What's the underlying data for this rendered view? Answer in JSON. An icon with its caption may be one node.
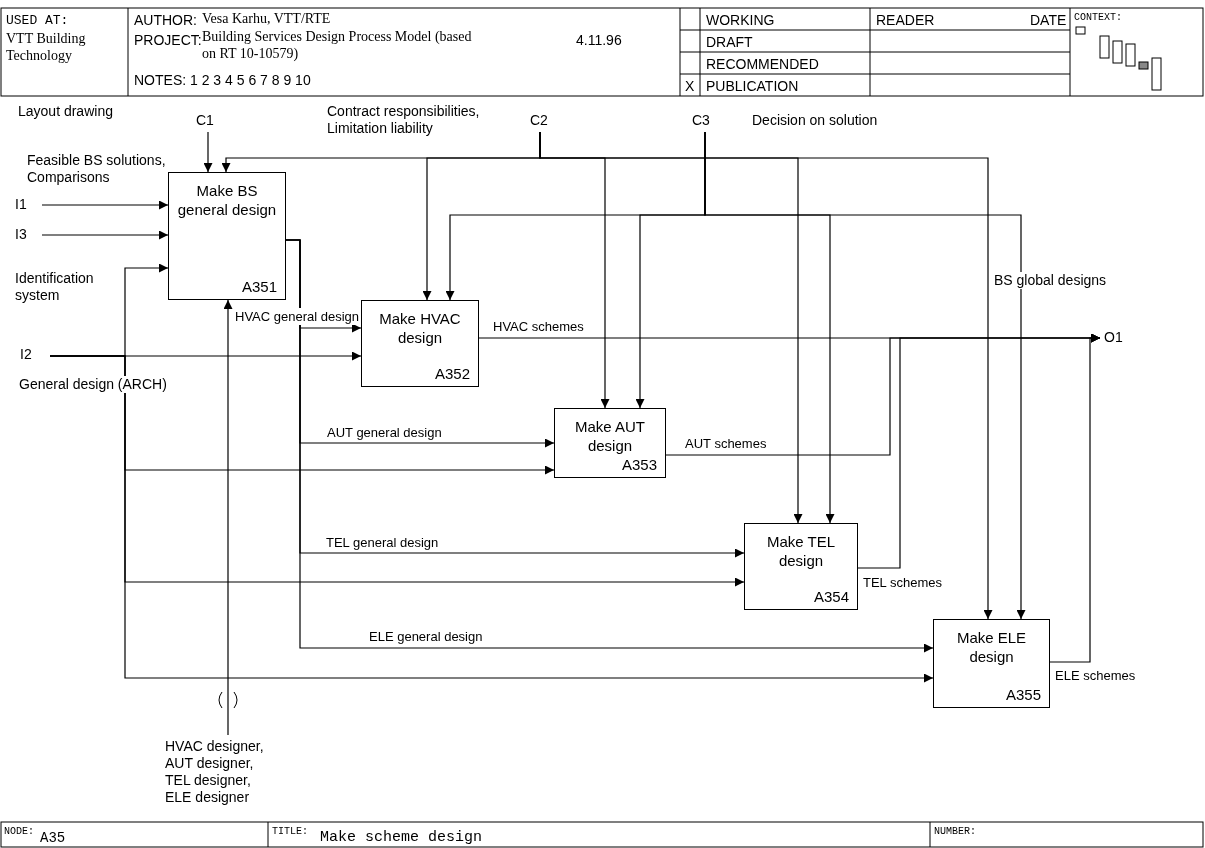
{
  "diagram": {
    "nodes": [
      {
        "text": [
          "Make BS general design",
          "A351"
        ]
      },
      {
        "text": [
          "Make HVAC design",
          "A352"
        ]
      },
      {
        "text": [
          "Make AUT design",
          "A353"
        ]
      },
      {
        "text": [
          "Make TEL design",
          "A354"
        ]
      },
      {
        "text": [
          "Make ELE design",
          "A355"
        ]
      },
      {
        "text": [
          "C1"
        ]
      },
      {
        "text": [
          "C2"
        ]
      },
      {
        "text": [
          "C3"
        ]
      },
      {
        "text": [
          "I1"
        ]
      },
      {
        "text": [
          "I3"
        ]
      },
      {
        "text": [
          "I2"
        ]
      },
      {
        "text": [
          "O1"
        ]
      },
      {
        "text": [
          "HVAC designer, AUT designer, TEL designer, ELE designer"
        ]
      }
    ],
    "edges": [
      {
        "from": 5,
        "to": 0,
        "arrow": "to"
      },
      {
        "from": 6,
        "to": 0,
        "arrow": "to"
      },
      {
        "from": 6,
        "to": 1,
        "arrow": "to"
      },
      {
        "from": 6,
        "to": 2,
        "arrow": "to"
      },
      {
        "from": 6,
        "to": 3,
        "arrow": "to"
      },
      {
        "from": 6,
        "to": 4,
        "arrow": "to"
      },
      {
        "from": 7,
        "to": 1,
        "arrow": "to"
      },
      {
        "from": 7,
        "to": 2,
        "arrow": "to"
      },
      {
        "from": 7,
        "to": 3,
        "arrow": "to"
      },
      {
        "from": 7,
        "to": 4,
        "arrow": "to"
      },
      {
        "from": 8,
        "to": 0,
        "arrow": "to"
      },
      {
        "from": 9,
        "to": 0,
        "arrow": "to"
      },
      {
        "from": 10,
        "to": 0,
        "arrow": "to"
      },
      {
        "from": 10,
        "to": 1,
        "arrow": "to"
      },
      {
        "from": 10,
        "to": 2,
        "arrow": "to"
      },
      {
        "from": 10,
        "to": 3,
        "arrow": "to"
      },
      {
        "from": 10,
        "to": 4,
        "arrow": "to"
      },
      {
        "from": 0,
        "to": 1,
        "arrow": "to",
        "label": "HVAC general design"
      },
      {
        "from": 0,
        "to": 2,
        "arrow": "to",
        "label": "AUT general design"
      },
      {
        "from": 0,
        "to": 3,
        "arrow": "to",
        "label": "TEL general design"
      },
      {
        "from": 0,
        "to": 4,
        "arrow": "to",
        "label": "ELE general design"
      },
      {
        "from": 1,
        "to": 11,
        "arrow": "to",
        "label": "HVAC schemes"
      },
      {
        "from": 2,
        "to": 11,
        "arrow": "to",
        "label": "AUT schemes"
      },
      {
        "from": 3,
        "to": 11,
        "arrow": "to",
        "label": "TEL schemes"
      },
      {
        "from": 4,
        "to": 11,
        "arrow": "to",
        "label": "ELE schemes"
      },
      {
        "from": 12,
        "to": 0,
        "arrow": "to"
      }
    ],
    "labels": [
      "USED AT:",
      "VTT Building Technology",
      "AUTHOR:",
      "Vesa Karhu, VTT/RTE",
      "PROJECT:",
      "Building Services Design Process Model (based on RT 10-10579)",
      "4.11.96",
      "NOTES: 1 2 3 4 5 6 7 8 9 10",
      "WORKING",
      "READER",
      "DATE",
      "CONTEXT:",
      "DRAFT",
      "RECOMMENDED",
      "X",
      "PUBLICATION",
      "Layout drawing",
      "Contract responsibilities, Limitation liability",
      "Decision on solution",
      "Feasible BS solutions, Comparisons",
      "Identification system",
      "General design (ARCH)",
      "BS global designs",
      "NODE:",
      "A35",
      "TITLE:",
      "NUMBER:"
    ],
    "title": "Make scheme design"
  }
}
